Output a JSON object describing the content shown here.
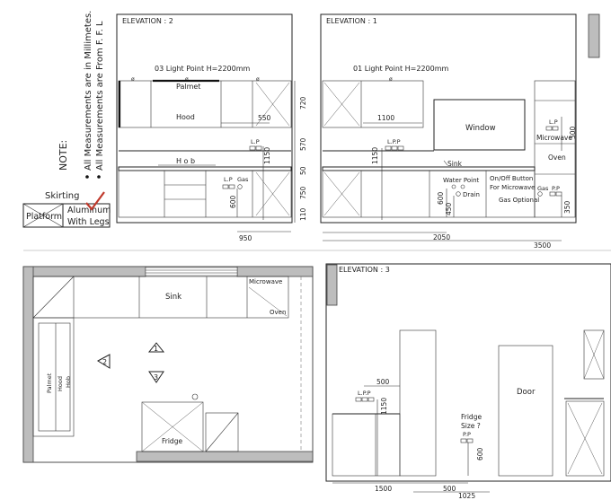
{
  "notes": {
    "title": "NOTE:",
    "line1": "All Measurements are in Millimetes.",
    "line2": "All Measurements are From F. F. L"
  },
  "legend": {
    "skirting": "Skirting",
    "platform": "Platform",
    "aluminum": "Aluminum",
    "with_legs": "With Legs",
    "accent_color": "#c0392b"
  },
  "elevation2": {
    "title": "ELEVATION : 2",
    "light_point": "03 Light Point H=2200mm",
    "palmet": "Palmet",
    "hood": "Hood",
    "hob": "H o b",
    "lp": "L.P",
    "gas": "Gas",
    "dims": {
      "d550": "550",
      "d1150": "1150",
      "d600": "600",
      "d950": "950",
      "d720": "720",
      "d570": "570",
      "d50": "50",
      "d750": "750",
      "d110": "110"
    }
  },
  "elevation1": {
    "title": "ELEVATION : 1",
    "light_point": "01 Light Point H=2200mm",
    "window": "Window",
    "sink": "Sink",
    "lpp": "L.P.P",
    "water_point": "Water Point",
    "drain": "Drain",
    "onoff1": "On/Off Button",
    "onoff2": "For Microwave",
    "gas_optional": "Gas Optional",
    "gas": "Gas",
    "pp": "P.P",
    "lp": "L.P",
    "microwave": "Microwave",
    "oven": "Oven",
    "dims": {
      "d1100": "1100",
      "d1150": "1150",
      "d600": "600",
      "d450": "450",
      "d2050": "2050",
      "d3500": "3500",
      "d500": "500",
      "d350": "350"
    }
  },
  "plan": {
    "sink": "Sink",
    "microwave": "Microwave",
    "oven": "Oven",
    "palmet": "Palmet",
    "hood": "Hood",
    "hob": "Hob",
    "fridge": "Fridge",
    "markers": [
      "1",
      "2",
      "3"
    ]
  },
  "elevation3": {
    "title": "ELEVATION : 3",
    "door": "Door",
    "lpp": "L.P.P",
    "fridge": "Fridge",
    "fridge_size": "Size ?",
    "pp": "P.P",
    "dims": {
      "d500": "500",
      "d1150": "1150",
      "d600": "600",
      "d1500": "1500",
      "d500b": "500",
      "d1025": "1025"
    }
  }
}
